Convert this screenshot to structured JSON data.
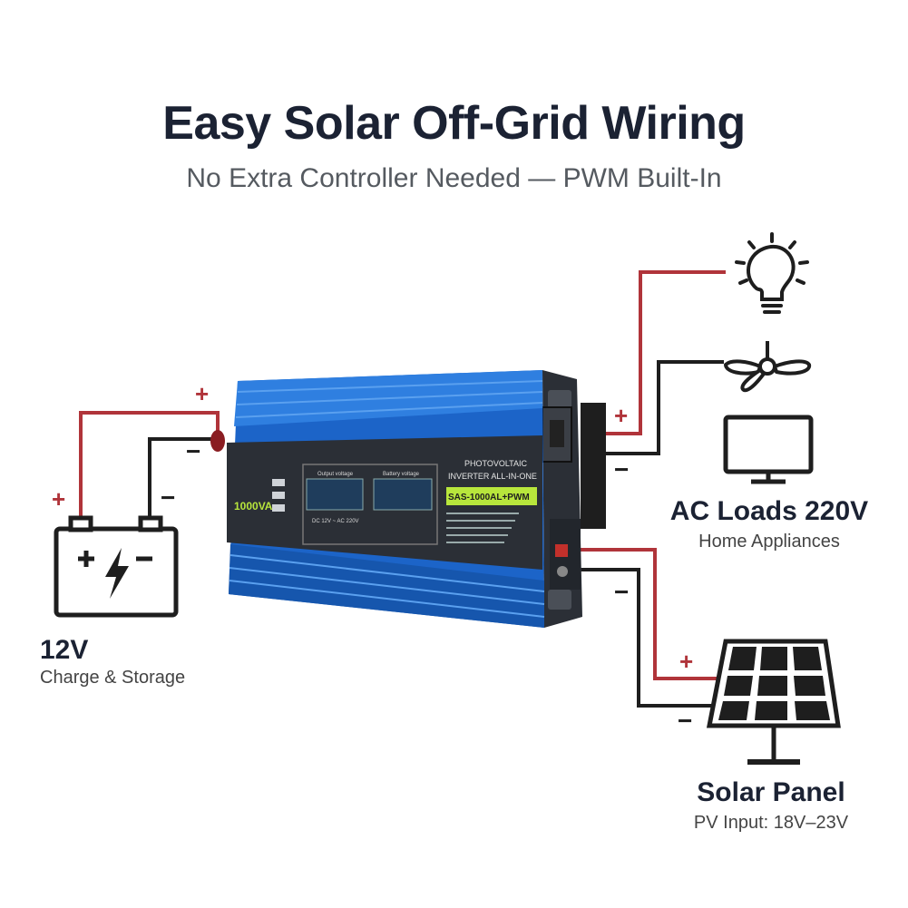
{
  "header": {
    "title": "Easy Solar Off-Grid Wiring",
    "subtitle": "No Extra Controller Needed — PWM Built-In"
  },
  "battery": {
    "title": "12V",
    "subtitle": "Charge & Storage",
    "plus": "+",
    "minus": "−"
  },
  "inverter": {
    "rating": "1000VA",
    "brand": "PHOTOVOLTAIC",
    "name": "INVERTER ALL-IN-ONE",
    "model": "SAS-1000AL+PWM",
    "output_label": "Output voltage",
    "battery_label": "Battery voltage",
    "dc_range": "DC 12V ~ AC 220V"
  },
  "ac_loads": {
    "title": "AC Loads 220V",
    "subtitle": "Home Appliances"
  },
  "solar": {
    "title": "Solar Panel",
    "subtitle": "PV Input: 18V–23V"
  },
  "signs": {
    "plus": "+",
    "minus": "−"
  },
  "colors": {
    "positive_wire": "#b0343a",
    "negative_wire": "#1e1e1e",
    "inverter_blue": "#1c64c8",
    "panel_dark": "#2b2f36",
    "lcd_green": "#b8e63c"
  }
}
